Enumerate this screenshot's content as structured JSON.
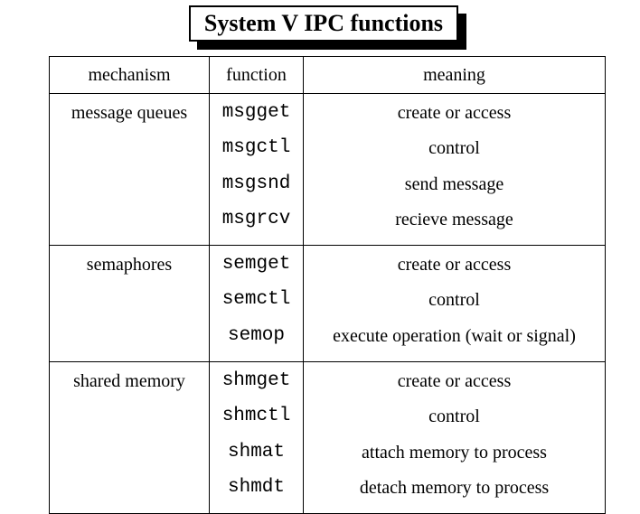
{
  "title": "System V IPC functions",
  "table": {
    "headers": {
      "mechanism": "mechanism",
      "function": "function",
      "meaning": "meaning"
    },
    "groups": [
      {
        "mechanism": "message queues",
        "functions": [
          "msgget",
          "msgctl",
          "msgsnd",
          "msgrcv"
        ],
        "meanings": [
          "create or access",
          "control",
          "send message",
          "recieve message"
        ]
      },
      {
        "mechanism": "semaphores",
        "functions": [
          "semget",
          "semctl",
          "semop"
        ],
        "meanings": [
          "create or access",
          "control",
          "execute operation (wait or signal)"
        ]
      },
      {
        "mechanism": "shared memory",
        "functions": [
          "shmget",
          "shmctl",
          "shmat",
          "shmdt"
        ],
        "meanings": [
          "create or access",
          "control",
          "attach memory to process",
          "detach memory to process"
        ]
      }
    ]
  }
}
